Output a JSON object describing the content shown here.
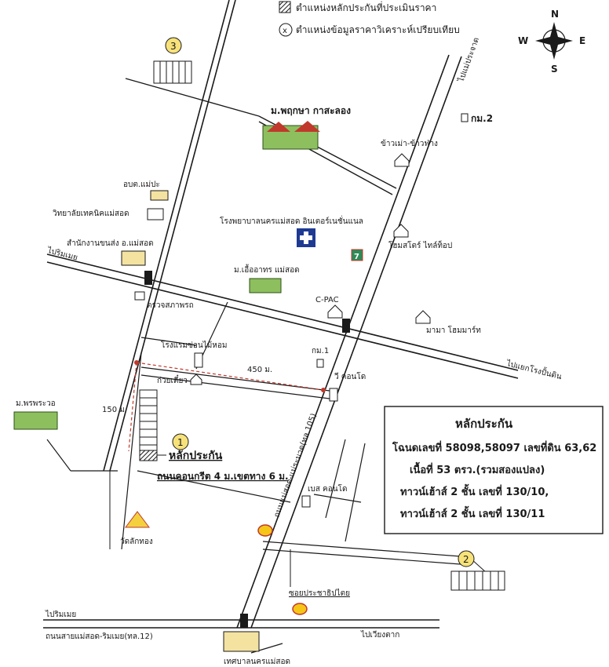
{
  "legend": {
    "subject_label": "ตำแหน่งหลักประกันที่ประเมินราคา",
    "comparable_label": "ตำแหน่งข้อมูลราคาวิเคราะห์เปรียบเทียบ",
    "comparable_marker": "x"
  },
  "compass": {
    "n": "N",
    "s": "S",
    "e": "E",
    "w": "W"
  },
  "roads": {
    "to_prakat": "ไปแม่ประจาด",
    "to_rimmoei_top": "ไปริมเมย",
    "to_rimmoei_bottom": "ไปริมเมย",
    "to_yaek_rong": "ไปแยกโรงปั้นดิน",
    "to_wiang_tak": "ไปเวียงตาก",
    "main_road": "ถนนแม่สอด-แม่ระมาด(ทล.105)",
    "bottom_road": "ถนนสายแม่สอด-ริมเมย(ทล.12)",
    "concrete_road": "ถนนคอนกรีต 4 ม.เขตทาง 6 ม.",
    "soi": "ซอยประชาธิปไตย"
  },
  "places": {
    "village_top": "ม.พฤกษา กาสะลอง",
    "km2": "กม.2",
    "rice_shop": "ข้าวเม่า-ข้าวฟ่าง",
    "obt": "อบต.แม่ปะ",
    "tech_college": "วิทยาลัยเทคนิคแม่สอด",
    "transport_office": "สำนักงานขนส่ง อ.แม่สอด",
    "hospital": "โรงพยาบาลนครแม่สอด อินเตอร์เนชั่นแนล",
    "home_store": "โฮมสโตร์ ไทล์ท็อป",
    "village_mid": "ม.เอื้ออาทร แม่สอด",
    "police": "ตรวจสภาพรถ",
    "cpac": "C-PAC",
    "mama": "มามา โฮมมาร์ท",
    "hotel": "โรงแรมซ่อนไม้หอม",
    "km1": "กม.1",
    "noodle": "ก๋วยเตี๋ยว",
    "condo1": "วี คอนโด",
    "village_left": "ม.พรพระวอ",
    "condo2": "เบส คอนโด",
    "temple": "วัดลักทอง",
    "municipality": "เทศบาลนครแม่สอด"
  },
  "dimensions": {
    "horizontal": "450 ม.",
    "vertical": "150 ม."
  },
  "markers": {
    "subject": "1",
    "comp2": "2",
    "comp3": "3"
  },
  "subject_label": "หลักประกัน",
  "info_box": {
    "title": "หลักประกัน",
    "line1": "โฉนดเลขที่ 58098,58097 เลขที่ดิน 63,62",
    "line2": "เนื้อที่ 53 ตรว.(รวมสองแปลง)",
    "line3": "ทาวน์เฮ้าส์ 2 ชั้น เลขที่ 130/10,",
    "line4": "ทาวน์เฮ้าส์ 2 ชั้น เลขที่ 130/11"
  },
  "colors": {
    "road": "#1a1a1a",
    "dim": "#c0392b",
    "marker_fill": "#f7e27a",
    "house": "#8dbf5f"
  }
}
